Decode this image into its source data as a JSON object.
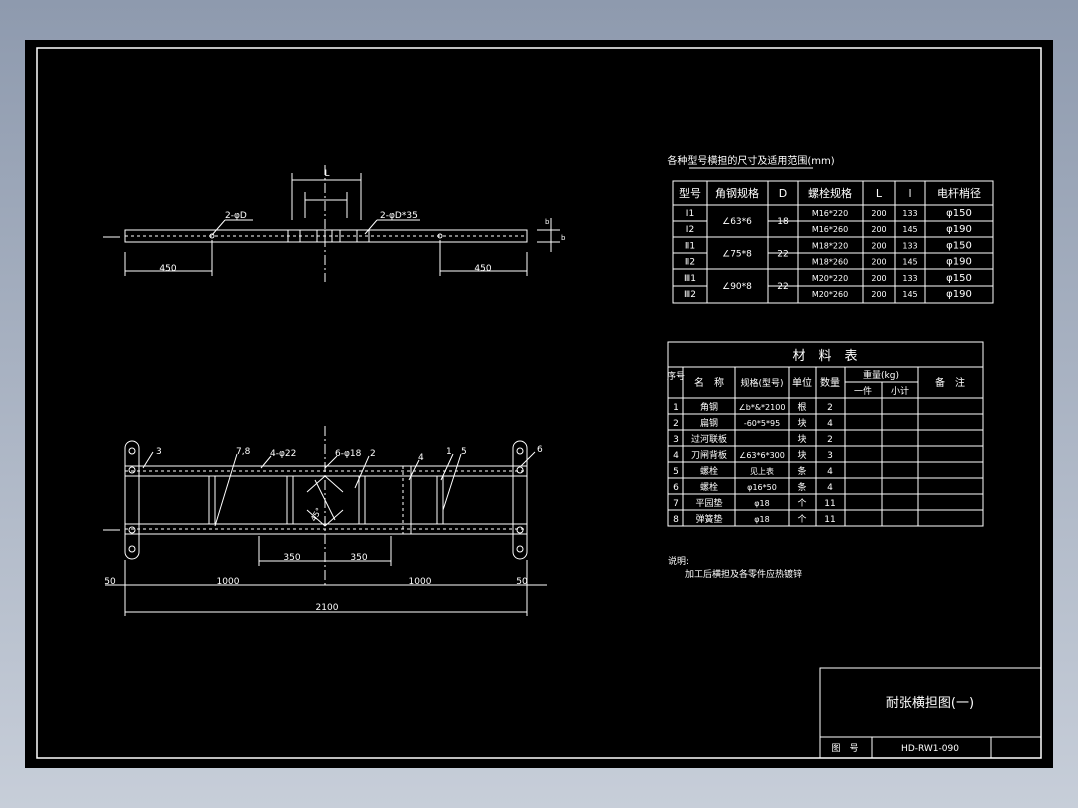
{
  "colors": {
    "background": "#000000",
    "lines": "#ffffff",
    "page": "#a9b3c3"
  },
  "spec_table": {
    "title": "各种型号横担的尺寸及适用范围(mm)",
    "headers": [
      "型号",
      "角钢规格",
      "D",
      "螺栓规格",
      "L",
      "l",
      "电杆梢径"
    ],
    "rows": [
      {
        "model": "Ⅰ1",
        "angle": "∠63*6",
        "d": "18",
        "bolt": "M16*220",
        "L": "200",
        "l": "133",
        "pole": "φ150"
      },
      {
        "model": "Ⅰ2",
        "angle": "",
        "d": "",
        "bolt": "M16*260",
        "L": "200",
        "l": "145",
        "pole": "φ190"
      },
      {
        "model": "Ⅱ1",
        "angle": "∠75*8",
        "d": "22",
        "bolt": "M18*220",
        "L": "200",
        "l": "133",
        "pole": "φ150"
      },
      {
        "model": "Ⅱ2",
        "angle": "",
        "d": "",
        "bolt": "M18*260",
        "L": "200",
        "l": "145",
        "pole": "φ190"
      },
      {
        "model": "Ⅲ1",
        "angle": "∠90*8",
        "d": "22",
        "bolt": "M20*220",
        "L": "200",
        "l": "133",
        "pole": "φ150"
      },
      {
        "model": "Ⅲ2",
        "angle": "",
        "d": "",
        "bolt": "M20*260",
        "L": "200",
        "l": "145",
        "pole": "φ190"
      }
    ]
  },
  "material_table": {
    "title": "材　料　表",
    "headers": {
      "no": "序号",
      "name": "名　称",
      "spec": "规格(型号)",
      "unit": "单位",
      "qty": "数量",
      "weight": "重量(kg)",
      "each": "一件",
      "subtotal": "小计",
      "remark": "备　注"
    },
    "rows": [
      {
        "no": "1",
        "name": "角钢",
        "spec": "∠b*&*2100",
        "unit": "根",
        "qty": "2"
      },
      {
        "no": "2",
        "name": "扁钢",
        "spec": "-60*5*95",
        "unit": "块",
        "qty": "4"
      },
      {
        "no": "3",
        "name": "过河联板",
        "spec": "",
        "unit": "块",
        "qty": "2"
      },
      {
        "no": "4",
        "name": "刀闸背板",
        "spec": "∠63*6*300",
        "unit": "块",
        "qty": "3"
      },
      {
        "no": "5",
        "name": "螺栓",
        "spec": "见上表",
        "unit": "条",
        "qty": "4"
      },
      {
        "no": "6",
        "name": "螺栓",
        "spec": "φ16*50",
        "unit": "条",
        "qty": "4"
      },
      {
        "no": "7",
        "name": "平园垫",
        "spec": "φ18",
        "unit": "个",
        "qty": "11"
      },
      {
        "no": "8",
        "name": "弹簧垫",
        "spec": "φ18",
        "unit": "个",
        "qty": "11"
      }
    ]
  },
  "notes": {
    "label": "说明:",
    "text": "加工后横担及各零件应热镀锌"
  },
  "title_block": {
    "title": "耐张横担图(一)",
    "drawing_no_label": "图　号",
    "drawing_no": "HD-RW1-090"
  },
  "top_view": {
    "dim_L": "L",
    "dim_left": "450",
    "dim_right": "450",
    "hole_left": "2-φD",
    "hole_right": "2-φD*35",
    "side_dim1": "b",
    "side_dim2": "b"
  },
  "plan_view": {
    "callouts": [
      "3",
      "7,8",
      "4-φ22",
      "6-φ18",
      "2",
      "4",
      "1",
      "5",
      "6"
    ],
    "angle_label": "45°",
    "dims": {
      "spacing1": "350",
      "spacing2": "350",
      "end_left": "50",
      "end_right": "50",
      "half_left": "1000",
      "half_right": "1000",
      "total": "2100"
    }
  }
}
